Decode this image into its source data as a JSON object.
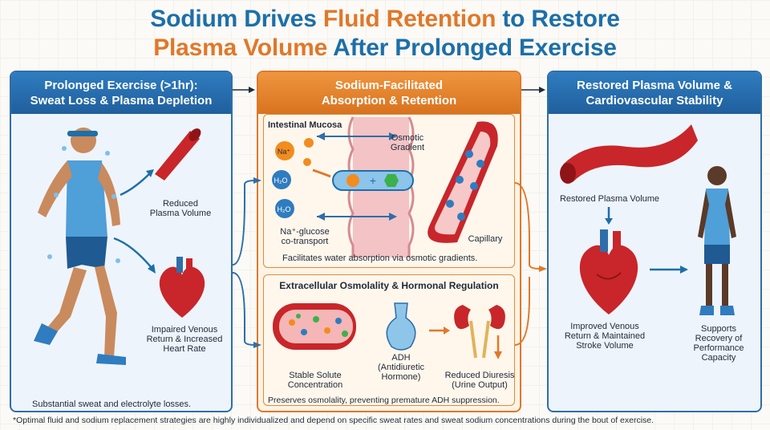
{
  "title": {
    "line1_a": "Sodium Drives ",
    "line1_b": "Fluid Retention",
    "line1_c": " to Restore",
    "line2_a": "Plasma Volume",
    "line2_b": " After Prolonged Exercise"
  },
  "panel_left": {
    "header": "Prolonged Exercise (>1hr):\nSweat Loss & Plasma Depletion",
    "label_plasma": "Reduced\nPlasma Volume",
    "label_heart": "Impaired Venous\nReturn & Increased\nHeart Rate",
    "footer": "Substantial sweat and electrolyte losses."
  },
  "panel_middle": {
    "header": "Sodium-Facilitated\nAbsorption & Retention",
    "top": {
      "label_mucosa": "Intestinal Mucosa",
      "label_gradient": "Osmotic\nGradient",
      "label_na": "Na⁺",
      "label_h2o_1": "H₂O",
      "label_h2o_2": "H₂O",
      "label_transport": "Na⁺-glucose\nco-transport",
      "label_capillary": "Capillary",
      "footer": "Facilitates water absorption via osmotic gradients."
    },
    "bottom": {
      "heading": "Extracellular Osmolality & Hormonal Regulation",
      "label_stable": "Stable Solute\nConcentration",
      "label_adh": "ADH\n(Antidiuretic\nHormone)",
      "label_diuresis": "Reduced Diuresis\n(Urine Output)",
      "footer": "Preserves osmolality, preventing premature ADH suppression."
    }
  },
  "panel_right": {
    "header": "Restored Plasma Volume &\nCardiovascular Stability",
    "label_restored": "Restored Plasma Volume",
    "label_venous": "Improved Venous\nReturn & Maintained\nStroke Volume",
    "label_recovery": "Supports\nRecovery of\nPerformance\nCapacity"
  },
  "footnote": "*Optimal fluid and sodium replacement strategies are highly individualized and depend on specific sweat rates and sweat sodium concentrations during the bout of exercise.",
  "colors": {
    "blue": "#1d6fa8",
    "orange": "#e0782a",
    "red": "#c8262a"
  },
  "icons": [
    "runner-icon",
    "blood-vessel-icon",
    "heart-icon",
    "kidney-icon",
    "adh-gland-icon",
    "athlete-icon"
  ]
}
